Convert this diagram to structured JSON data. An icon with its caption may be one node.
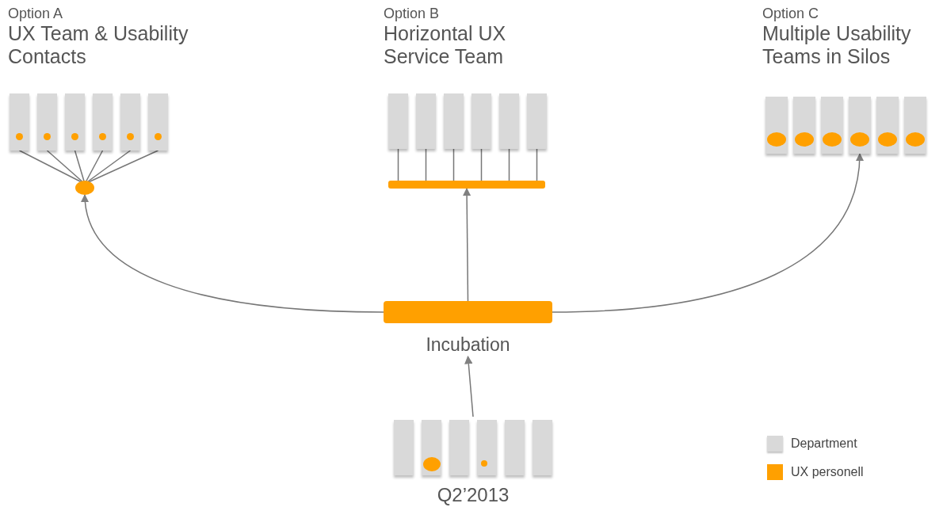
{
  "diagram": {
    "nodes": [
      {
        "text": [
          "Option A",
          "UX Team & Usability Contacts"
        ]
      },
      {
        "text": [],
        "shape": "bar",
        "in": 0
      },
      {
        "text": [],
        "shape": "bar",
        "in": 0
      },
      {
        "text": [],
        "shape": "bar",
        "in": 0
      },
      {
        "text": [],
        "shape": "bar",
        "in": 0
      },
      {
        "text": [],
        "shape": "bar",
        "in": 0
      },
      {
        "text": [],
        "shape": "bar",
        "in": 0
      },
      {
        "text": [],
        "shape": "circle",
        "in": 1
      },
      {
        "text": [],
        "shape": "circle",
        "in": 2
      },
      {
        "text": [],
        "shape": "circle",
        "in": 3
      },
      {
        "text": [],
        "shape": "circle",
        "in": 4
      },
      {
        "text": [],
        "shape": "circle",
        "in": 5
      },
      {
        "text": [],
        "shape": "circle",
        "in": 6
      },
      {
        "text": [],
        "shape": "circle",
        "in": 0
      },
      {
        "text": [
          "Option B",
          "Horizontal UX Service Team"
        ]
      },
      {
        "text": [],
        "shape": "bar",
        "in": 14
      },
      {
        "text": [],
        "shape": "bar",
        "in": 14
      },
      {
        "text": [],
        "shape": "bar",
        "in": 14
      },
      {
        "text": [],
        "shape": "bar",
        "in": 14
      },
      {
        "text": [],
        "shape": "bar",
        "in": 14
      },
      {
        "text": [],
        "shape": "bar",
        "in": 14
      },
      {
        "text": [],
        "shape": "bar",
        "in": 14
      },
      {
        "text": [
          "Option C",
          "Multiple Usability Teams in Silos"
        ]
      },
      {
        "text": [],
        "shape": "bar",
        "in": 22
      },
      {
        "text": [],
        "shape": "bar",
        "in": 22
      },
      {
        "text": [],
        "shape": "bar",
        "in": 22
      },
      {
        "text": [],
        "shape": "bar",
        "in": 22
      },
      {
        "text": [],
        "shape": "bar",
        "in": 22
      },
      {
        "text": [],
        "shape": "bar",
        "in": 22
      },
      {
        "text": [],
        "shape": "circle",
        "in": 23
      },
      {
        "text": [],
        "shape": "circle",
        "in": 24
      },
      {
        "text": [],
        "shape": "circle",
        "in": 25
      },
      {
        "text": [],
        "shape": "circle",
        "in": 26
      },
      {
        "text": [],
        "shape": "circle",
        "in": 27
      },
      {
        "text": [],
        "shape": "circle",
        "in": 28
      },
      {
        "text": [
          "Incubation"
        ]
      },
      {
        "text": [
          "Q2’2013"
        ]
      },
      {
        "text": [],
        "shape": "bar",
        "in": 36
      },
      {
        "text": [],
        "shape": "bar",
        "in": 36
      },
      {
        "text": [],
        "shape": "bar",
        "in": 36
      },
      {
        "text": [],
        "shape": "bar",
        "in": 36
      },
      {
        "text": [],
        "shape": "bar",
        "in": 36
      },
      {
        "text": [],
        "shape": "bar",
        "in": 36
      },
      {
        "text": [],
        "shape": "circle",
        "in": 38
      },
      {
        "text": [],
        "shape": "circle",
        "in": 40
      }
    ],
    "edges": [
      {
        "from": 13,
        "to": 1,
        "arrow": "none"
      },
      {
        "from": 13,
        "to": 2,
        "arrow": "none"
      },
      {
        "from": 13,
        "to": 3,
        "arrow": "none"
      },
      {
        "from": 13,
        "to": 4,
        "arrow": "none"
      },
      {
        "from": 13,
        "to": 5,
        "arrow": "none"
      },
      {
        "from": 13,
        "to": 6,
        "arrow": "none"
      },
      {
        "from": 21,
        "to": 15,
        "arrow": "none"
      },
      {
        "from": 21,
        "to": 16,
        "arrow": "none"
      },
      {
        "from": 21,
        "to": 17,
        "arrow": "none"
      },
      {
        "from": 21,
        "to": 18,
        "arrow": "none"
      },
      {
        "from": 21,
        "to": 19,
        "arrow": "none"
      },
      {
        "from": 21,
        "to": 20,
        "arrow": "none"
      },
      {
        "from": 35,
        "to": 13,
        "arrow": "to"
      },
      {
        "from": 35,
        "to": 21,
        "arrow": "to"
      },
      {
        "from": 35,
        "to": 26,
        "arrow": "to"
      },
      {
        "from": 36,
        "to": 35,
        "arrow": "to"
      }
    ],
    "legend": [
      {
        "text": "Department",
        "color": "#d9d9d9"
      },
      {
        "text": "UX personell",
        "color": "#ffa000"
      }
    ]
  }
}
